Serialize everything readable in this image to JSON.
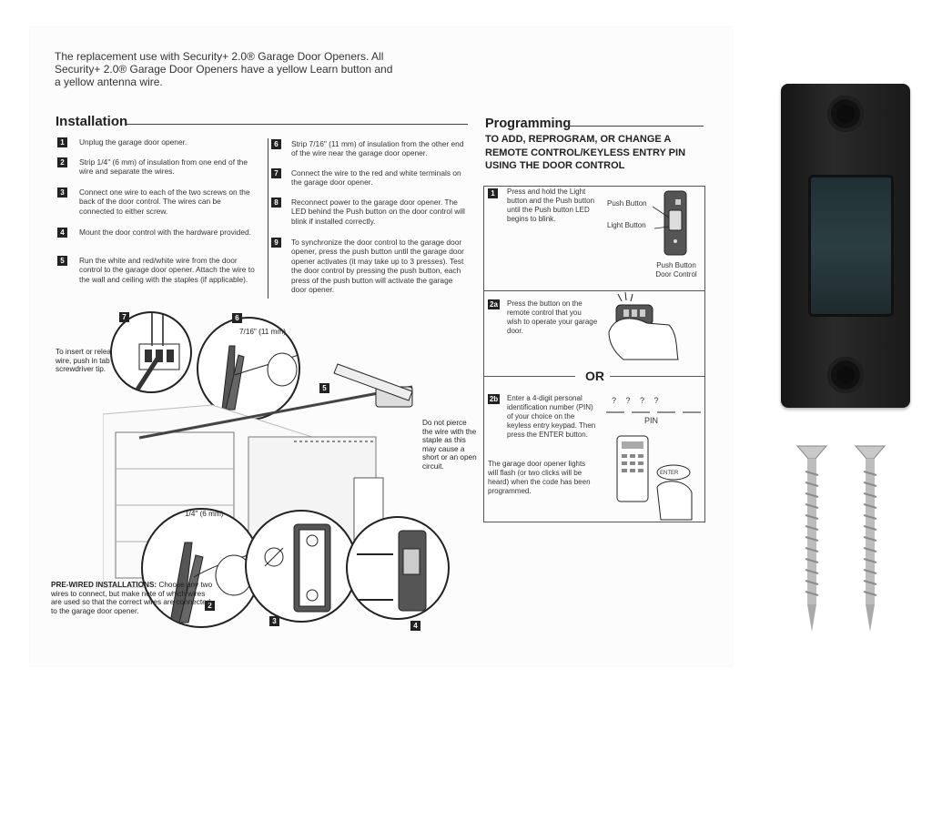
{
  "intro": "The replacement use with Security+ 2.0® Garage Door Openers. All Security+ 2.0® Garage Door Openers have a yellow Learn button and a yellow antenna wire.",
  "installation": {
    "title": "Installation",
    "steps": [
      {
        "n": "1",
        "text": "Unplug the garage door opener."
      },
      {
        "n": "2",
        "text": "Strip 1/4\" (6 mm) of insulation from one end of the wire and separate the wires."
      },
      {
        "n": "3",
        "text": "Connect one wire to each of the two screws on the back of the door control. The wires can be connected to either screw."
      },
      {
        "n": "4",
        "text": "Mount the door control with the hardware provided."
      },
      {
        "n": "5",
        "text": "Run the white and red/white wire from the door control to the garage door opener. Attach the wire to the wall and ceiling with the staples (if applicable)."
      },
      {
        "n": "6",
        "text": "Strip 7/16\" (11 mm) of insulation from the other end of the wire near the garage door opener."
      },
      {
        "n": "7",
        "text": "Connect the wire to the red and white terminals on the garage door opener."
      },
      {
        "n": "8",
        "text": "Reconnect power to the garage door opener. The LED behind the Push button on the door control will blink if installed correctly."
      },
      {
        "n": "9",
        "text": "To synchronize the door control to the garage door opener, press the push button until the garage door opener activates (it may take up to 3 presses). Test the door control by pressing the push button, each press of the push button will activate the garage door opener."
      }
    ]
  },
  "programming": {
    "title": "Programming",
    "subtitle": "TO ADD, REPROGRAM, OR CHANGE A REMOTE CONTROL/KEYLESS ENTRY PIN USING THE DOOR CONTROL",
    "step1": {
      "n": "1",
      "text": "Press and hold the Light button and the Push button until the Push button LED begins to blink."
    },
    "label_push": "Push Button",
    "label_light": "Light Button",
    "label_door_control": "Push Button Door Control",
    "step2a": {
      "n": "2a",
      "text": "Press the button on the remote control that you wish to operate your garage door."
    },
    "or": "OR",
    "step2b": {
      "n": "2b",
      "text": "Enter a 4-digit personal identification number (PIN) of your choice on the keyless entry keypad. Then press the ENTER button."
    },
    "pin_chars": "?   ?   ?   ?",
    "pin_label": "PIN",
    "step2b_note": "The garage door opener lights will flash (or two clicks will be heard) when the code has been programmed.",
    "enter_key": "ENTER"
  },
  "diagram": {
    "insert_note": "To insert or release wire, push in tab with screwdriver tip.",
    "strip_716": "7/16\" (11 mm)",
    "strip_14": "1/4\" (6 mm)",
    "pierce_note": "Do not pierce the wire with the staple as this may cause a short or an open circuit.",
    "prewired_title": "PRE-WIRED INSTALLATIONS:",
    "prewired_text": "Choose any two wires to connect, but make note of which wires are used so that the correct wires are connected to the garage door opener.",
    "tags": [
      "7",
      "6",
      "5",
      "2",
      "3",
      "4"
    ]
  }
}
